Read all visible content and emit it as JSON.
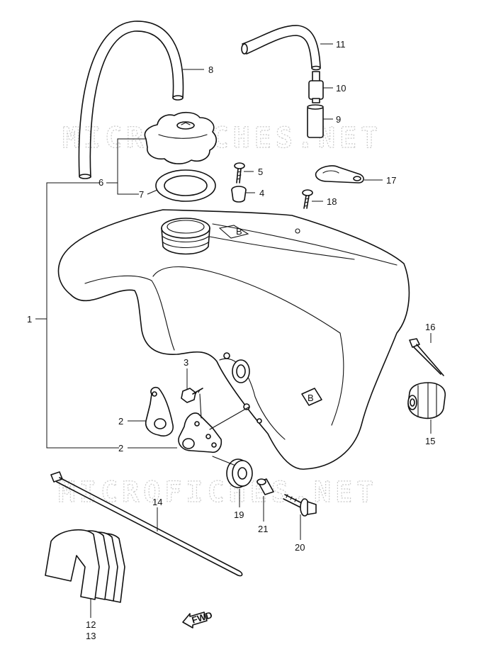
{
  "watermark": "MICROFICHES.NET",
  "fwd_label": "FWD",
  "callouts": [
    {
      "id": "c1",
      "text": "1"
    },
    {
      "id": "c2a",
      "text": "2"
    },
    {
      "id": "c2b",
      "text": "2"
    },
    {
      "id": "c3",
      "text": "3"
    },
    {
      "id": "c4",
      "text": "4"
    },
    {
      "id": "c5",
      "text": "5"
    },
    {
      "id": "c6",
      "text": "6"
    },
    {
      "id": "c7",
      "text": "7"
    },
    {
      "id": "c8",
      "text": "8"
    },
    {
      "id": "c9",
      "text": "9"
    },
    {
      "id": "c10",
      "text": "10"
    },
    {
      "id": "c11",
      "text": "11"
    },
    {
      "id": "c12",
      "text": "12"
    },
    {
      "id": "c13",
      "text": "13"
    },
    {
      "id": "c14",
      "text": "14"
    },
    {
      "id": "c15",
      "text": "15"
    },
    {
      "id": "c16",
      "text": "16"
    },
    {
      "id": "c17",
      "text": "17"
    },
    {
      "id": "c18",
      "text": "18"
    },
    {
      "id": "c19",
      "text": "19"
    },
    {
      "id": "c20",
      "text": "20"
    },
    {
      "id": "c21",
      "text": "21"
    }
  ]
}
